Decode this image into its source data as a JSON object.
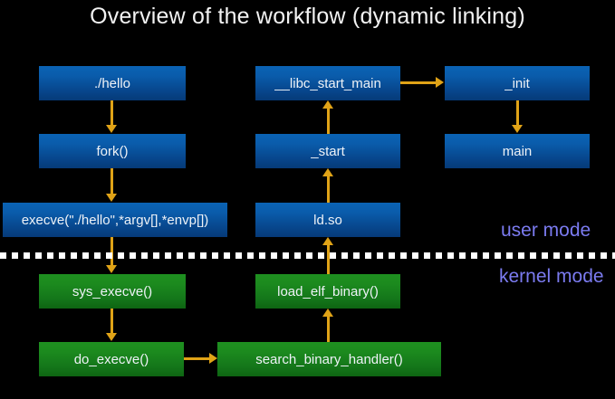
{
  "title": "Overview of the workflow (dynamic linking)",
  "colors": {
    "background": "#000000",
    "node_blue_top": "#0a63b4",
    "node_blue_bottom": "#063a78",
    "node_green_top": "#1f9020",
    "node_green_bottom": "#0e6512",
    "arrow": "#e0a317",
    "divider": "#ffffff",
    "mode_label": "#7b7bf0",
    "title_text": "#f2f2f2",
    "node_text": "#eef2f7"
  },
  "nodes": {
    "hello": "./hello",
    "fork": "fork()",
    "execve": "execve(\"./hello\",*argv[],*envp[])",
    "sys_execve": "sys_execve()",
    "do_execve": "do_execve()",
    "search_binary_handler": "search_binary_handler()",
    "load_elf_binary": "load_elf_binary()",
    "ld_so": "ld.so",
    "start": "_start",
    "libc_start_main": "__libc_start_main",
    "init": "_init",
    "main": "main"
  },
  "labels": {
    "user_mode": "user mode",
    "kernel_mode": "kernel mode"
  }
}
